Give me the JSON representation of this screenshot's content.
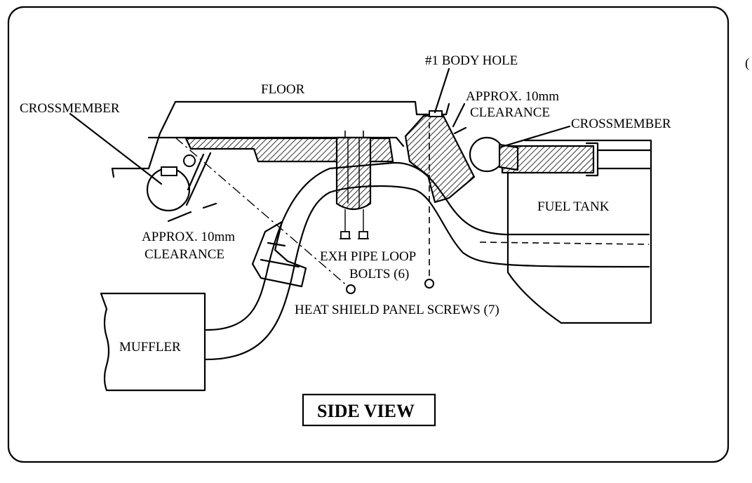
{
  "labels": {
    "floor": "FLOOR",
    "crossmember_left": "CROSSMEMBER",
    "crossmember_right": "CROSSMEMBER",
    "body_hole": "#1 BODY HOLE",
    "clearance_right_1": "APPROX. 10mm",
    "clearance_right_2": "CLEARANCE",
    "clearance_left_1": "APPROX. 10mm",
    "clearance_left_2": "CLEARANCE",
    "fuel_tank": "FUEL TANK",
    "exh_bolts_1": "EXH PIPE LOOP",
    "exh_bolts_2": "BOLTS (6)",
    "heat_shield": "HEAT SHIELD PANEL SCREWS (7)",
    "muffler": "MUFFLER",
    "view_title": "SIDE VIEW",
    "edge_mark": "("
  }
}
